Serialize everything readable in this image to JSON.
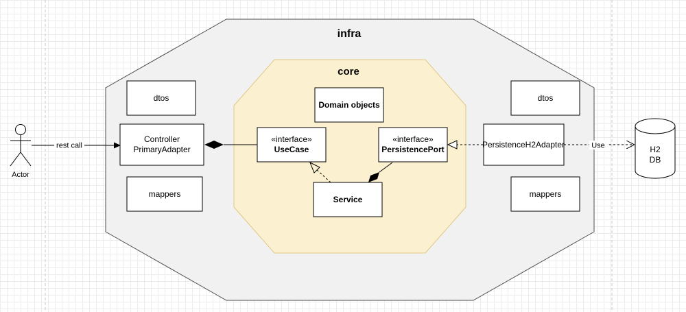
{
  "colors": {
    "infra_fill": "#f1f1f1",
    "infra_stroke": "#4d4d4d",
    "core_fill": "#fbf0cf",
    "core_stroke": "#e1c883",
    "box_stroke": "#000000"
  },
  "infra": {
    "title": "infra"
  },
  "core": {
    "title": "core"
  },
  "actor": {
    "label": "Actor"
  },
  "edges": {
    "rest_call": "rest call",
    "use": "Use"
  },
  "boxes": {
    "dtos_left": "dtos",
    "controller_line1": "Controller",
    "controller_line2": "PrimaryAdapter",
    "mappers_left": "mappers",
    "domain_objects": "Domain objects",
    "usecase_stereotype": "«interface»",
    "usecase_name": "UseCase",
    "persistence_port_stereotype": "«interface»",
    "persistence_port_name": "PersistencePort",
    "service": "Service",
    "dtos_right": "dtos",
    "persistence_adapter": "PersistenceH2Adapter",
    "mappers_right": "mappers"
  },
  "db": {
    "line1": "H2",
    "line2": "DB"
  }
}
